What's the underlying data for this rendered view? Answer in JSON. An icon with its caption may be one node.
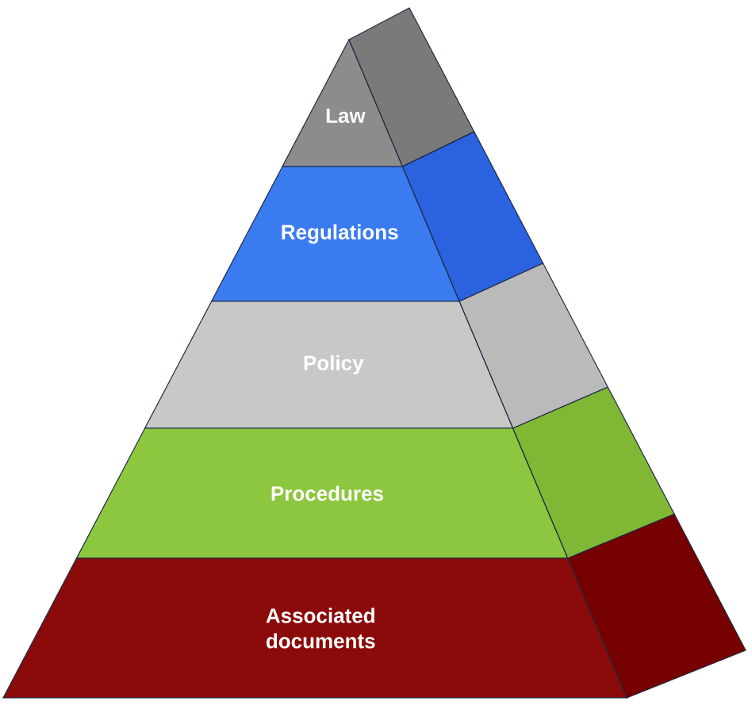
{
  "diagram": {
    "nodes": [
      {
        "text": [
          "Law"
        ]
      },
      {
        "text": [
          "Regulations"
        ]
      },
      {
        "text": [
          "Policy"
        ]
      },
      {
        "text": [
          "Procedures"
        ]
      },
      {
        "text": [
          "Associated documents"
        ]
      }
    ]
  }
}
